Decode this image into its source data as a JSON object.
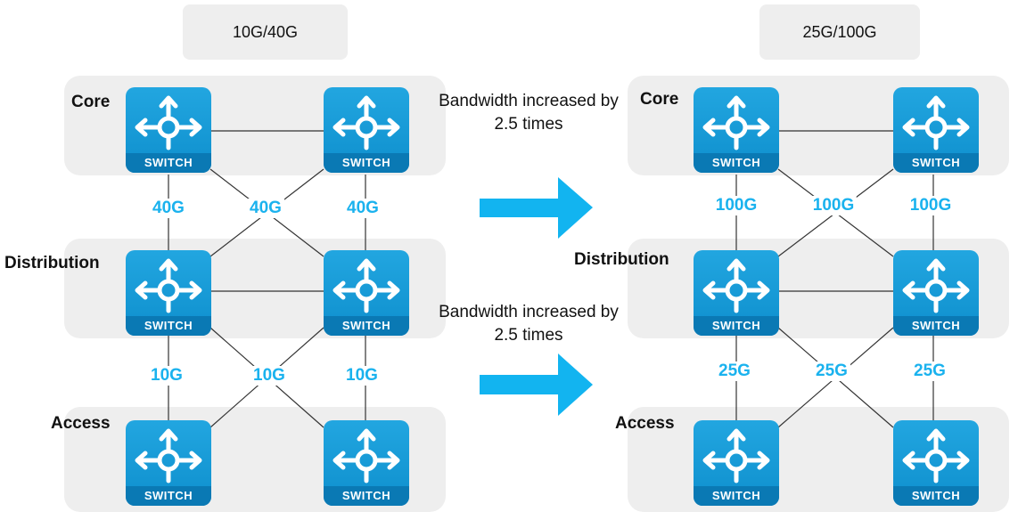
{
  "left": {
    "header": "10G/40G",
    "layers": {
      "core": "Core",
      "distribution": "Distribution",
      "access": "Access"
    },
    "upper_links": [
      "40G",
      "40G",
      "40G"
    ],
    "lower_links": [
      "10G",
      "10G",
      "10G"
    ]
  },
  "right": {
    "header": "25G/100G",
    "layers": {
      "core": "Core",
      "distribution": "Distribution",
      "access": "Access"
    },
    "upper_links": [
      "100G",
      "100G",
      "100G"
    ],
    "lower_links": [
      "25G",
      "25G",
      "25G"
    ]
  },
  "notes": {
    "upper": "Bandwidth increased by 2.5 times",
    "lower": "Bandwidth increased by 2.5 times"
  },
  "switch_label": "SWITCH",
  "colors": {
    "switch": "#1a9ad6",
    "link_label": "#1ab2ee",
    "arrow": "#12b4f0",
    "band": "#eeeeee"
  }
}
